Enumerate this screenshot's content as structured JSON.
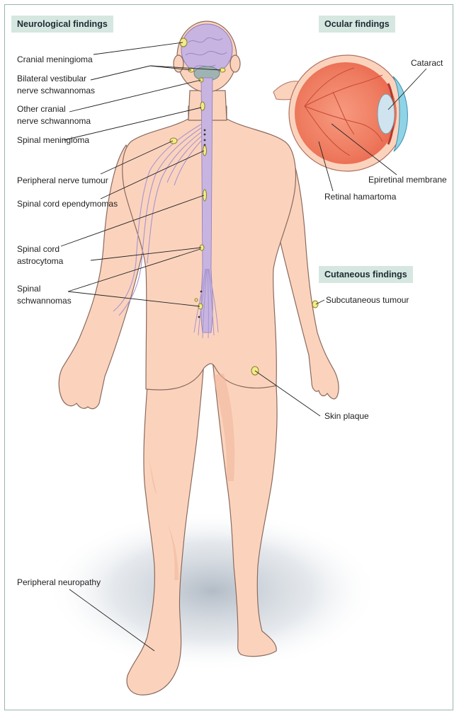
{
  "headers": {
    "neurological": "Neurological findings",
    "ocular": "Ocular findings",
    "cutaneous": "Cutaneous findings"
  },
  "labels": {
    "cranial_meningioma": "Cranial meningioma",
    "vestibular_line1": "Bilateral vestibular",
    "vestibular_line2": "nerve schwannomas",
    "other_cranial_line1": "Other cranial",
    "other_cranial_line2": "nerve schwannoma",
    "spinal_meningioma": "Spinal meningioma",
    "peripheral_nerve_tumour": "Peripheral nerve tumour",
    "spinal_cord_ependymomas": "Spinal cord ependymomas",
    "astrocytoma_line1": "Spinal cord",
    "astrocytoma_line2": "astrocytoma",
    "spinal_schwannomas_line1": "Spinal",
    "spinal_schwannomas_line2": "schwannomas",
    "peripheral_neuropathy": "Peripheral neuropathy",
    "cataract": "Cataract",
    "epiretinal_membrane": "Epiretinal membrane",
    "retinal_hamartoma": "Retinal hamartoma",
    "subcutaneous_tumour": "Subcutaneous tumour",
    "skin_plaque": "Skin plaque"
  },
  "colors": {
    "skin": "#fbd3bd",
    "skin_shade": "#f0b49b",
    "nervous_system": "#c7b4e0",
    "nerve_lines": "#a795cf",
    "brainstem": "#9fb3b3",
    "lesion": "#f2eb8a",
    "eye_retina": "#f08a6e",
    "lens": "#cfe4ee",
    "header_bg": "#d5e7e0",
    "frame_border": "#9ab5ad"
  }
}
